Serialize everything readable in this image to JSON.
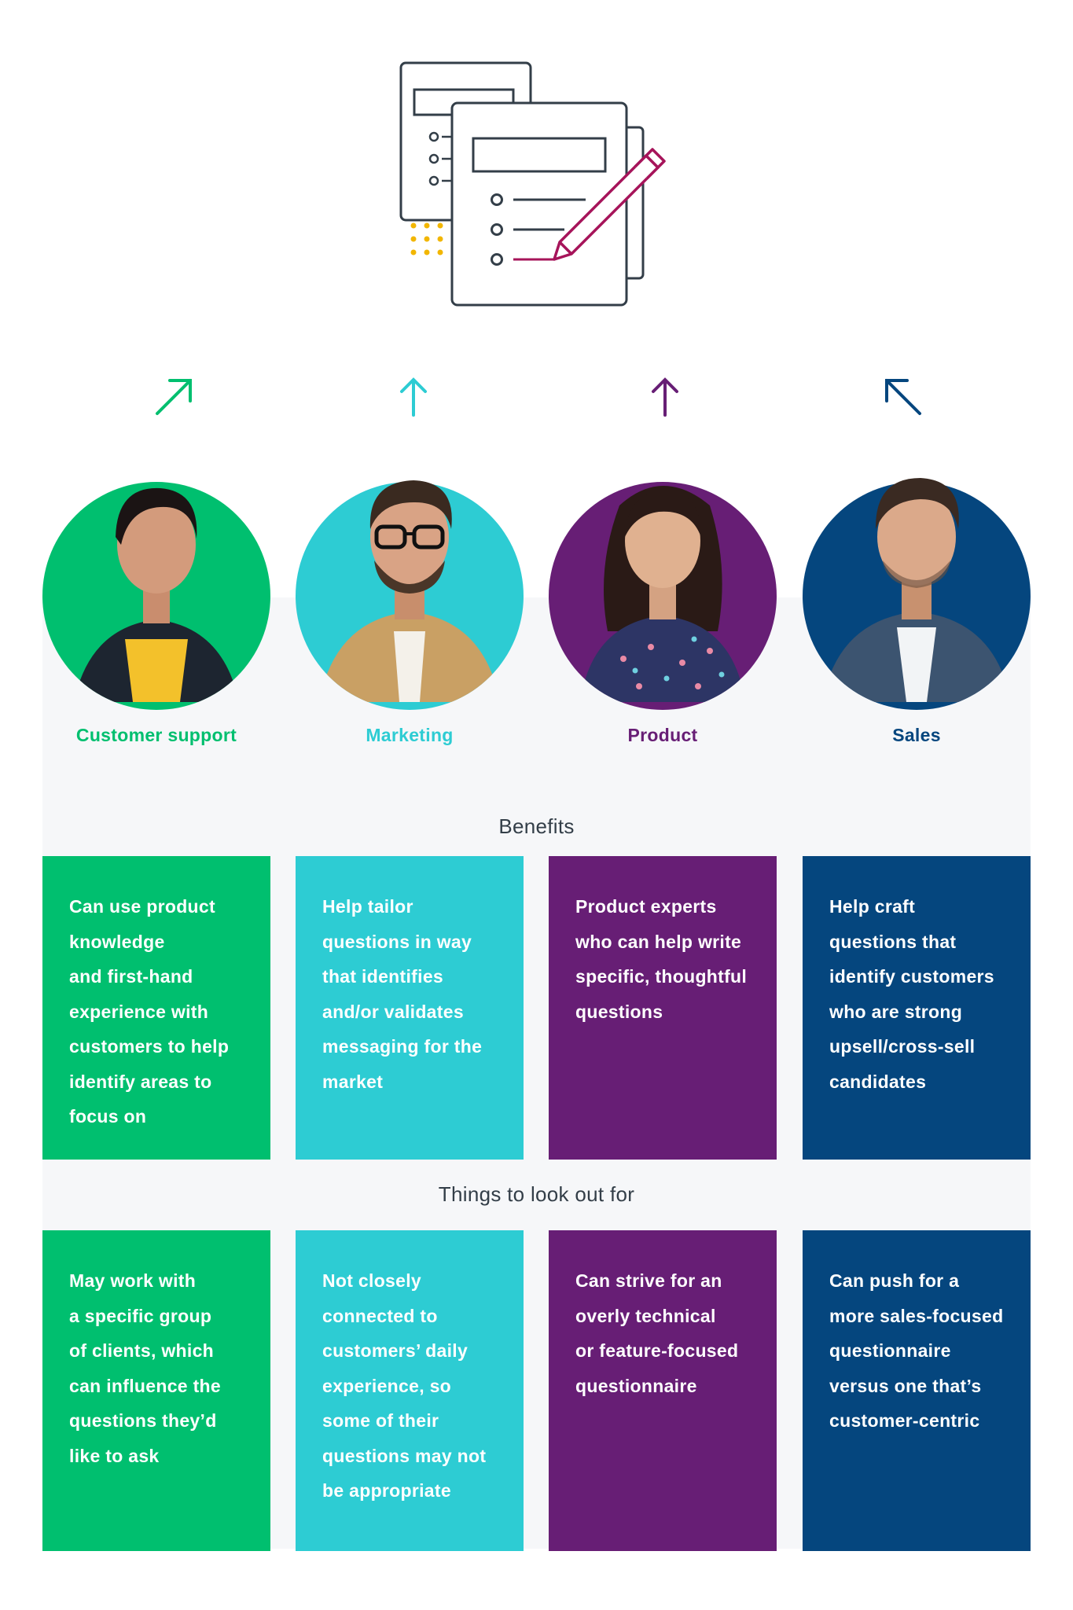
{
  "colors": {
    "customer_support": "#00bf6f",
    "marketing": "#2dccd3",
    "product": "#671e75",
    "sales": "#05467e",
    "accent_pen": "#a6145a",
    "accent_dots": "#f2b600"
  },
  "hero": {
    "icon": "survey-forms-with-pen-icon"
  },
  "roles": [
    {
      "name": "Customer support",
      "arrow": "arrow-up-right-icon"
    },
    {
      "name": "Marketing",
      "arrow": "arrow-up-icon"
    },
    {
      "name": "Product",
      "arrow": "arrow-up-icon"
    },
    {
      "name": "Sales",
      "arrow": "arrow-up-left-icon"
    }
  ],
  "benefits": {
    "title": "Benefits",
    "cards": [
      {
        "lines": [
          "Can use product",
          "knowledge",
          "and first-hand",
          "experience with",
          "customers to help",
          "identify areas to",
          "focus on"
        ]
      },
      {
        "lines": [
          "Help tailor",
          "questions in way",
          "that identifies",
          "and/or validates",
          "messaging for the",
          "market"
        ]
      },
      {
        "lines": [
          "Product experts",
          "who can help write",
          "specific, thoughtful",
          "questions"
        ]
      },
      {
        "lines": [
          "Help craft",
          "questions that",
          "identify customers",
          "who are strong",
          "upsell/cross-sell",
          "candidates"
        ]
      }
    ]
  },
  "lookout": {
    "title": "Things to look out for",
    "cards": [
      {
        "lines": [
          "May work with",
          "a specific group",
          "of clients, which",
          "can influence the",
          "questions they’d",
          "like to ask"
        ]
      },
      {
        "lines": [
          "Not closely",
          "connected to",
          "customers’ daily",
          "experience, so",
          "some of their",
          "questions may not",
          "be appropriate"
        ]
      },
      {
        "lines": [
          "Can strive for an",
          "overly technical",
          "or feature-focused",
          "questionnaire"
        ]
      },
      {
        "lines": [
          "Can push for a",
          "more sales-focused",
          "questionnaire",
          "versus one that’s",
          "customer-centric"
        ]
      }
    ]
  }
}
